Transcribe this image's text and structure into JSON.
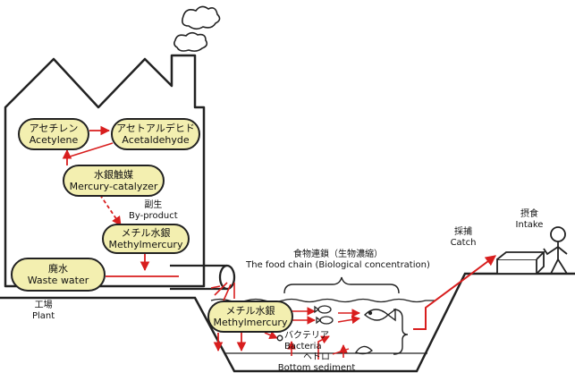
{
  "plant": {
    "acetylene_jp": "アセチレン",
    "acetylene_en": "Acetylene",
    "acetaldehyde_jp": "アセトアルデヒド",
    "acetaldehyde_en": "Acetaldehyde",
    "catalyst_jp": "水銀触媒",
    "catalyst_en": "Mercury-catalyzer",
    "byproduct_jp": "副生",
    "byproduct_en": "By-product",
    "methylmercury_jp": "メチル水銀",
    "methylmercury_en": "Methylmercury",
    "waste_jp": "廃水",
    "waste_en": "Waste water",
    "plant_jp": "工場",
    "plant_en": "Plant"
  },
  "sea": {
    "foodchain_jp": "食物連鎖（生物濃縮）",
    "foodchain_en": "The food chain (Biological concentration)",
    "methylmercury_jp": "メチル水銀",
    "methylmercury_en": "Methylmercury",
    "bacteria_jp": "バクテリア",
    "bacteria_en": "Bacteria",
    "sediment_jp": "ヘドロ",
    "sediment_en": "Bottom sediment"
  },
  "human": {
    "catch_jp": "採捕",
    "catch_en": "Catch",
    "intake_jp": "摂食",
    "intake_en": "Intake"
  },
  "colors": {
    "arrow": "#d81e1e",
    "box_fill": "#f3efb0",
    "outline": "#222222"
  }
}
